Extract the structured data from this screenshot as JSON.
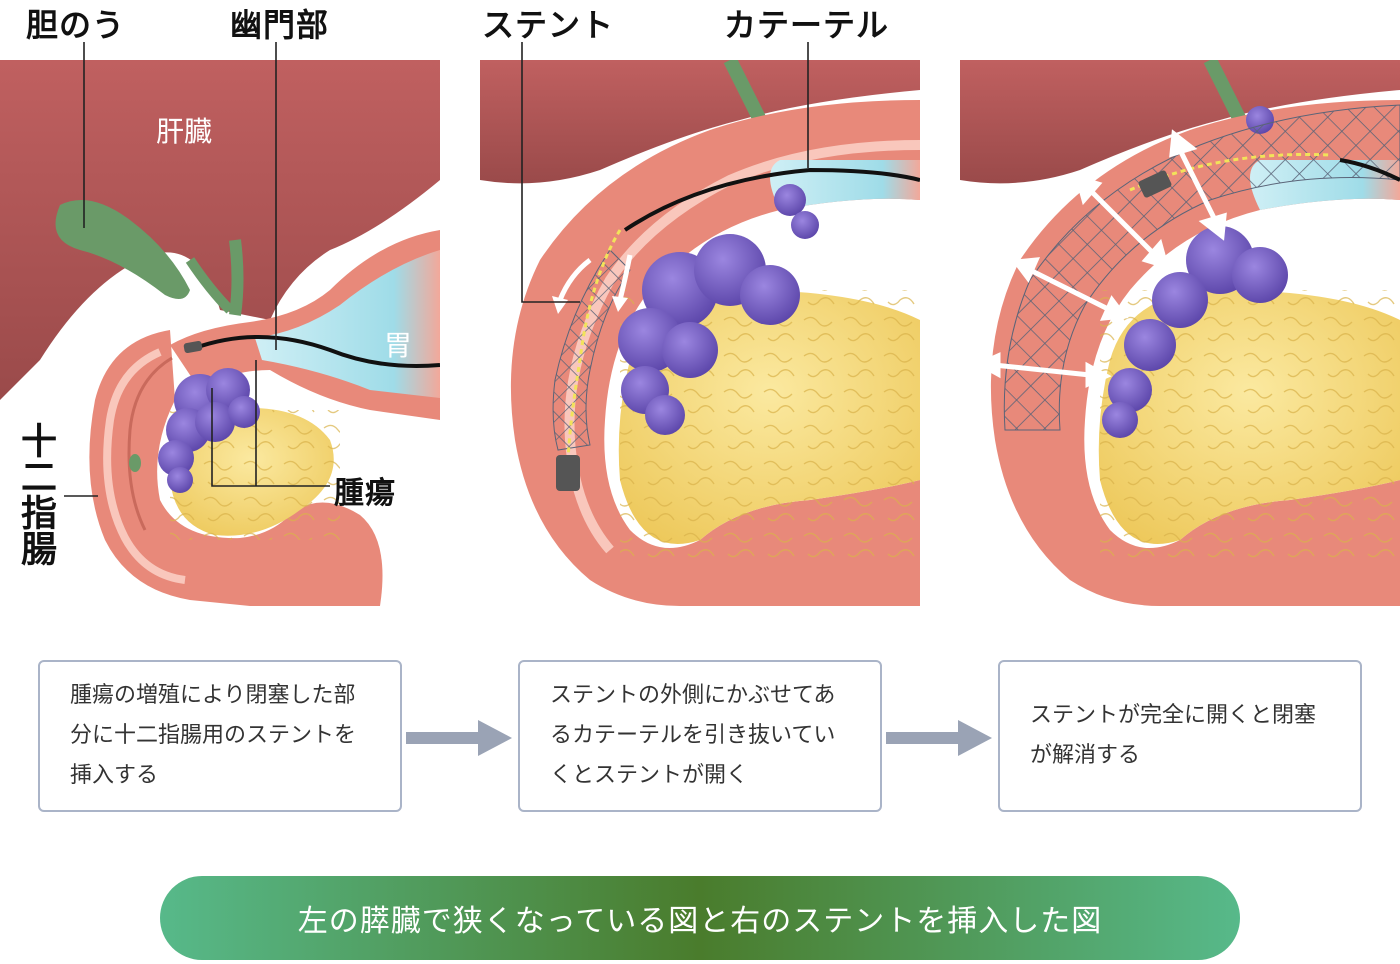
{
  "labels": {
    "gallbladder": "胆のう",
    "pylorus": "幽門部",
    "liver": "肝臓",
    "stomach": "胃",
    "duodenum": "十二指腸",
    "tumor": "腫瘍",
    "stent": "ステント",
    "catheter": "カテーテル"
  },
  "steps": [
    "腫瘍の増殖により閉塞した部分に十二指腸用のステントを挿入する",
    "ステントの外側にかぶせてあるカテーテルを引き抜いていくとステントが開く",
    "ステントが完全に開くと閉塞が解消する"
  ],
  "banner": "左の膵臓で狭くなっている図と右のステントを挿入した図",
  "colors": {
    "liver": "#a85252",
    "intestine": "#e88c7c",
    "pancreas": "#f3d978",
    "tumor": "#7058c0",
    "gallbladder": "#6a9a68",
    "box_border": "#aab4c8",
    "arrow": "#9aa3b5",
    "banner_start": "#57b98a",
    "banner_mid": "#4a7c2c"
  }
}
